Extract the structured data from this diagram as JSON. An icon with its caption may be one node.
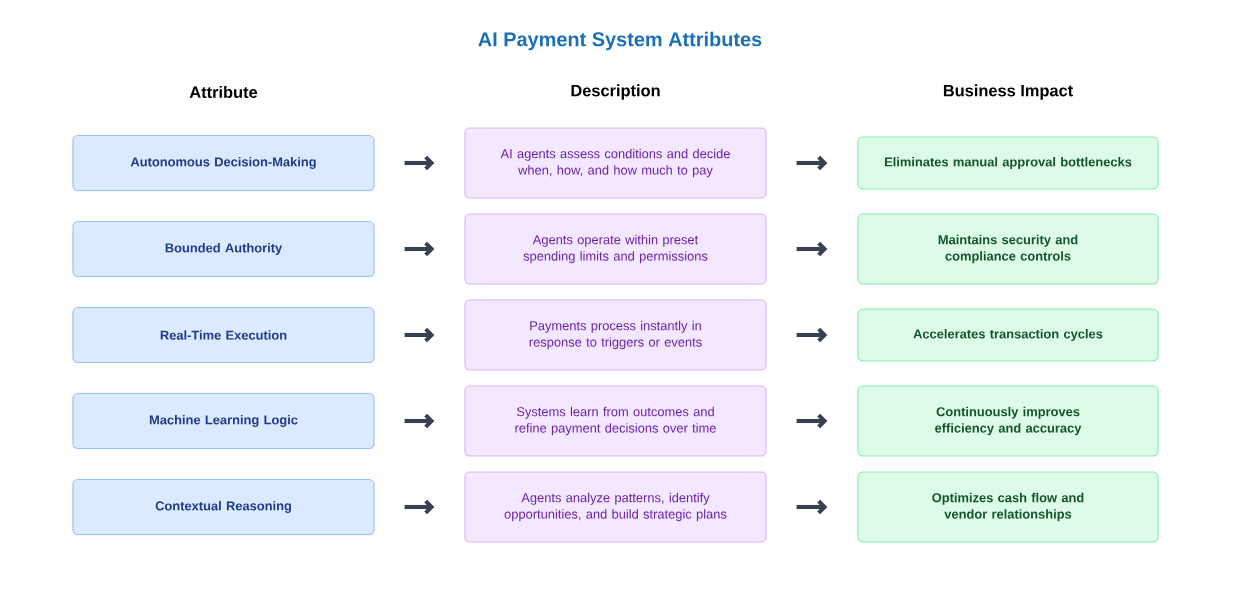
{
  "diagram": {
    "title": "AI Payment System Attributes",
    "nodes": [
      {
        "text": [
          "Autonomous Decision-Making"
        ]
      },
      {
        "text": [
          "AI agents assess conditions and decide when, how, and how much to pay"
        ]
      },
      {
        "text": [
          "Eliminates manual approval bottlenecks"
        ]
      },
      {
        "text": [
          "Bounded Authority"
        ]
      },
      {
        "text": [
          "Agents operate within preset spending limits and permissions"
        ]
      },
      {
        "text": [
          "Maintains security and compliance controls"
        ]
      },
      {
        "text": [
          "Real-Time Execution"
        ]
      },
      {
        "text": [
          "Payments process instantly in response to triggers or events"
        ]
      },
      {
        "text": [
          "Accelerates transaction cycles"
        ]
      },
      {
        "text": [
          "Machine Learning Logic"
        ]
      },
      {
        "text": [
          "Systems learn from outcomes and refine payment decisions over time"
        ]
      },
      {
        "text": [
          "Continuously improves efficiency and accuracy"
        ]
      },
      {
        "text": [
          "Contextual Reasoning"
        ]
      },
      {
        "text": [
          "Agents analyze patterns, identify opportunities, and build strategic plans"
        ]
      },
      {
        "text": [
          "Optimizes cash flow and vendor relationships"
        ]
      }
    ],
    "edges": [
      {
        "from": 0,
        "to": 1,
        "arrow": "to"
      },
      {
        "from": 1,
        "to": 2,
        "arrow": "to"
      },
      {
        "from": 3,
        "to": 4,
        "arrow": "to"
      },
      {
        "from": 4,
        "to": 5,
        "arrow": "to"
      },
      {
        "from": 6,
        "to": 7,
        "arrow": "to"
      },
      {
        "from": 7,
        "to": 8,
        "arrow": "to"
      },
      {
        "from": 9,
        "to": 10,
        "arrow": "to"
      },
      {
        "from": 10,
        "to": 11,
        "arrow": "to"
      },
      {
        "from": 12,
        "to": 13,
        "arrow": "to"
      },
      {
        "from": 13,
        "to": 14,
        "arrow": "to"
      }
    ],
    "labels": [
      "Attribute",
      "Description",
      "Business Impact"
    ]
  }
}
